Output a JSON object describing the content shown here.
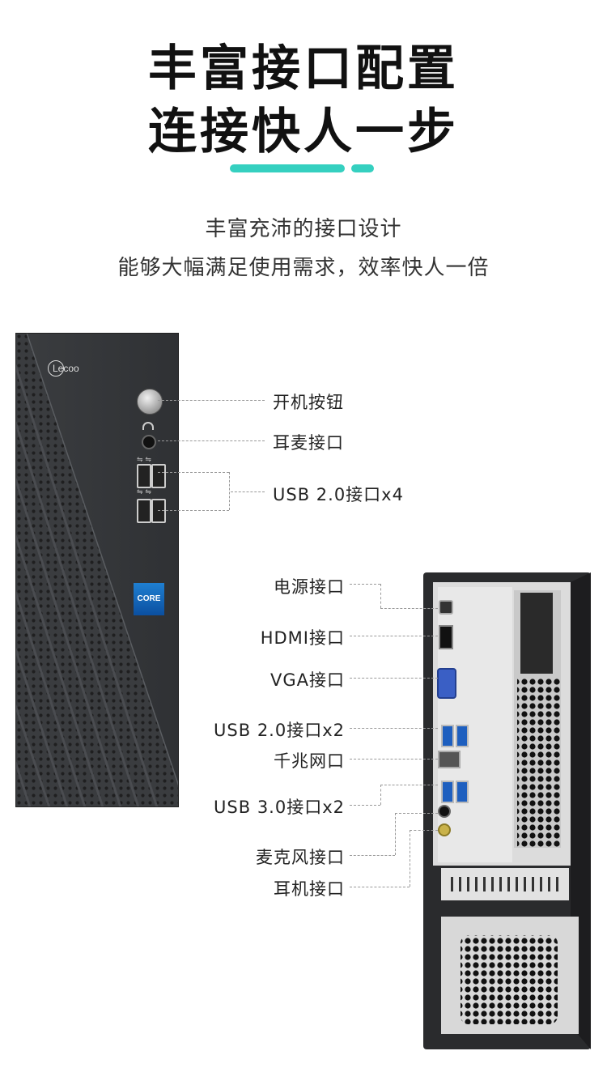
{
  "header": {
    "title_line1": "丰富接口配置",
    "title_line2": "连接快人一步",
    "accent_color": "#35d0c0"
  },
  "subtitle": {
    "line1": "丰富充沛的接口设计",
    "line2": "能够大幅满足使用需求，效率快人一倍"
  },
  "front_panel": {
    "brand": "Lecoo",
    "cpu_badge": "CORE",
    "labels": {
      "power": "开机按钮",
      "headset": "耳麦接口",
      "usb": "USB 2.0接口x4"
    }
  },
  "rear_panel": {
    "labels": {
      "power": "电源接口",
      "hdmi": "HDMI接口",
      "vga": "VGA接口",
      "usb2": "USB 2.0接口x2",
      "lan": "千兆网口",
      "usb3": "USB 3.0接口x2",
      "mic": "麦克风接口",
      "headphone": "耳机接口"
    }
  }
}
